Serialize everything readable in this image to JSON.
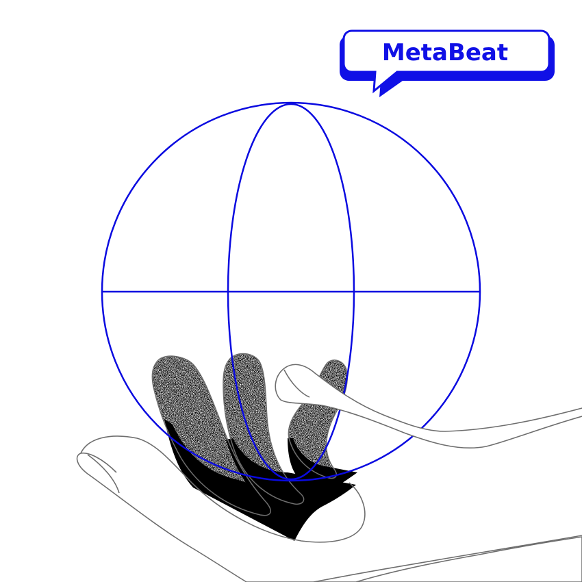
{
  "logo": {
    "text": "MetaBeat",
    "color": "#1010e6",
    "shadow_color": "#1010e6",
    "background": "#ffffff"
  },
  "illustration": {
    "globe_color": "#0a0ae0",
    "hand_outline_color": "#6e6e6e",
    "finger_shadow_color": "#000000",
    "icons": [
      "wireframe-globe",
      "open-palm-hand"
    ]
  }
}
